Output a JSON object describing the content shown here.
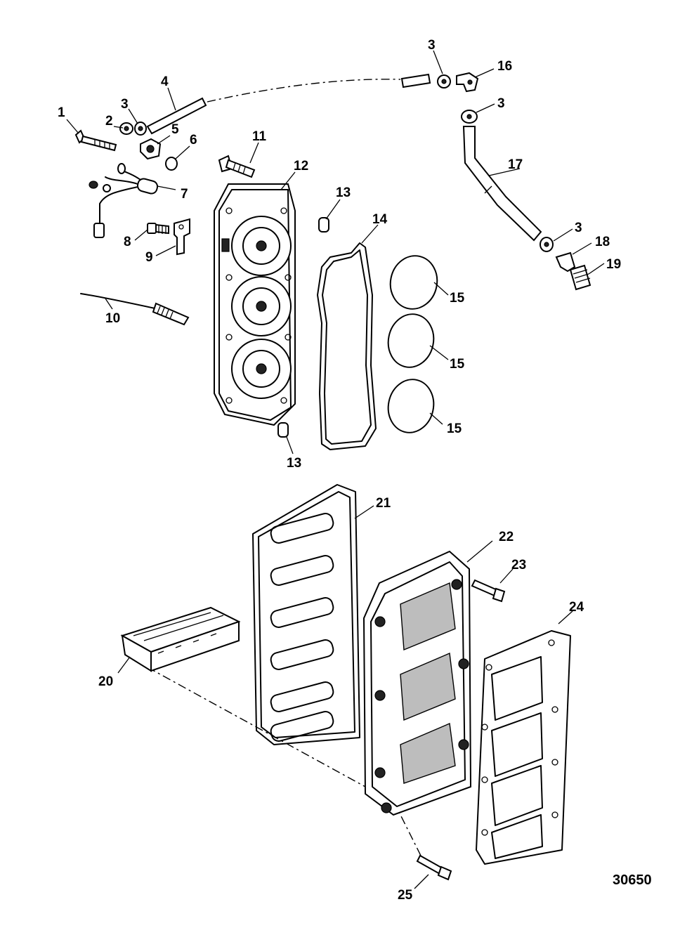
{
  "diagram": {
    "reference_number": "30650",
    "callouts": {
      "c1": "1",
      "c2": "2",
      "c3a": "3",
      "c3b": "3",
      "c3c": "3",
      "c3d": "3",
      "c4": "4",
      "c5": "5",
      "c6": "6",
      "c7": "7",
      "c8": "8",
      "c9": "9",
      "c10": "10",
      "c11": "11",
      "c12": "12",
      "c13a": "13",
      "c13b": "13",
      "c14": "14",
      "c15a": "15",
      "c15b": "15",
      "c15c": "15",
      "c16": "16",
      "c17": "17",
      "c18": "18",
      "c19": "19",
      "c20": "20",
      "c21": "21",
      "c22": "22",
      "c23": "23",
      "c24": "24",
      "c25": "25"
    }
  }
}
